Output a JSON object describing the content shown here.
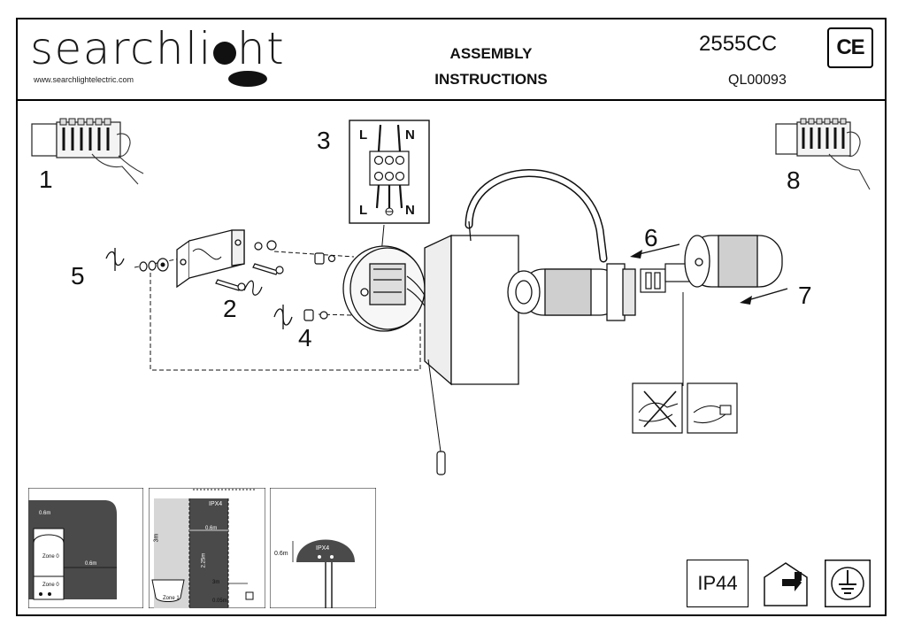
{
  "header": {
    "brand_prefix": "searchli",
    "brand_suffix": "ht",
    "brand_url": "www.searchlightelectric.com",
    "title_line1": "ASSEMBLY",
    "title_line2": "INSTRUCTIONS",
    "product_code": "2555CC",
    "reference_code": "QL00093",
    "certification_mark": "CE"
  },
  "steps": {
    "s1": "1",
    "s2": "2",
    "s3": "3",
    "s4": "4",
    "s5": "5",
    "s6": "6",
    "s7": "7",
    "s8": "8"
  },
  "wiring": {
    "live_label": "L",
    "neutral_label": "N"
  },
  "zones": {
    "zone0_label": "Zone 0",
    "zone0_label_lower": "Zone 0",
    "zone1_label": "Zone 1",
    "dist_06": "0.6m",
    "dist_06b": "0.6m",
    "dist_06c": "0.6m",
    "ipx4_label": "IPX4",
    "ipx4_label_b": "IPX4",
    "height_3m": "3m",
    "height_3m_b": "3m",
    "height_225": "2.25m",
    "dist_005": "0.05m"
  },
  "ratings": {
    "ip_rating": "IP44",
    "indoor_icon": "house-indoor-icon",
    "earth_icon": "earth-ground-icon"
  }
}
